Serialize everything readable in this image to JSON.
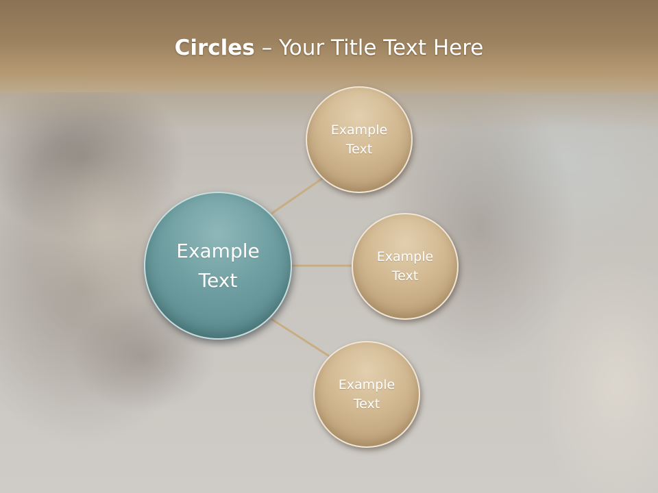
{
  "slide": {
    "title_bold": "Circles",
    "title_rest": " – Your Title Text Here"
  },
  "diagram": {
    "center": {
      "label": "Example Text",
      "color": "#6e9ea1"
    },
    "satellites": [
      {
        "label": "Example Text",
        "color": "#d1b891"
      },
      {
        "label": "Example Text",
        "color": "#d1b891"
      },
      {
        "label": "Example Text",
        "color": "#d1b891"
      }
    ],
    "connector_color": "#c9ad82"
  }
}
